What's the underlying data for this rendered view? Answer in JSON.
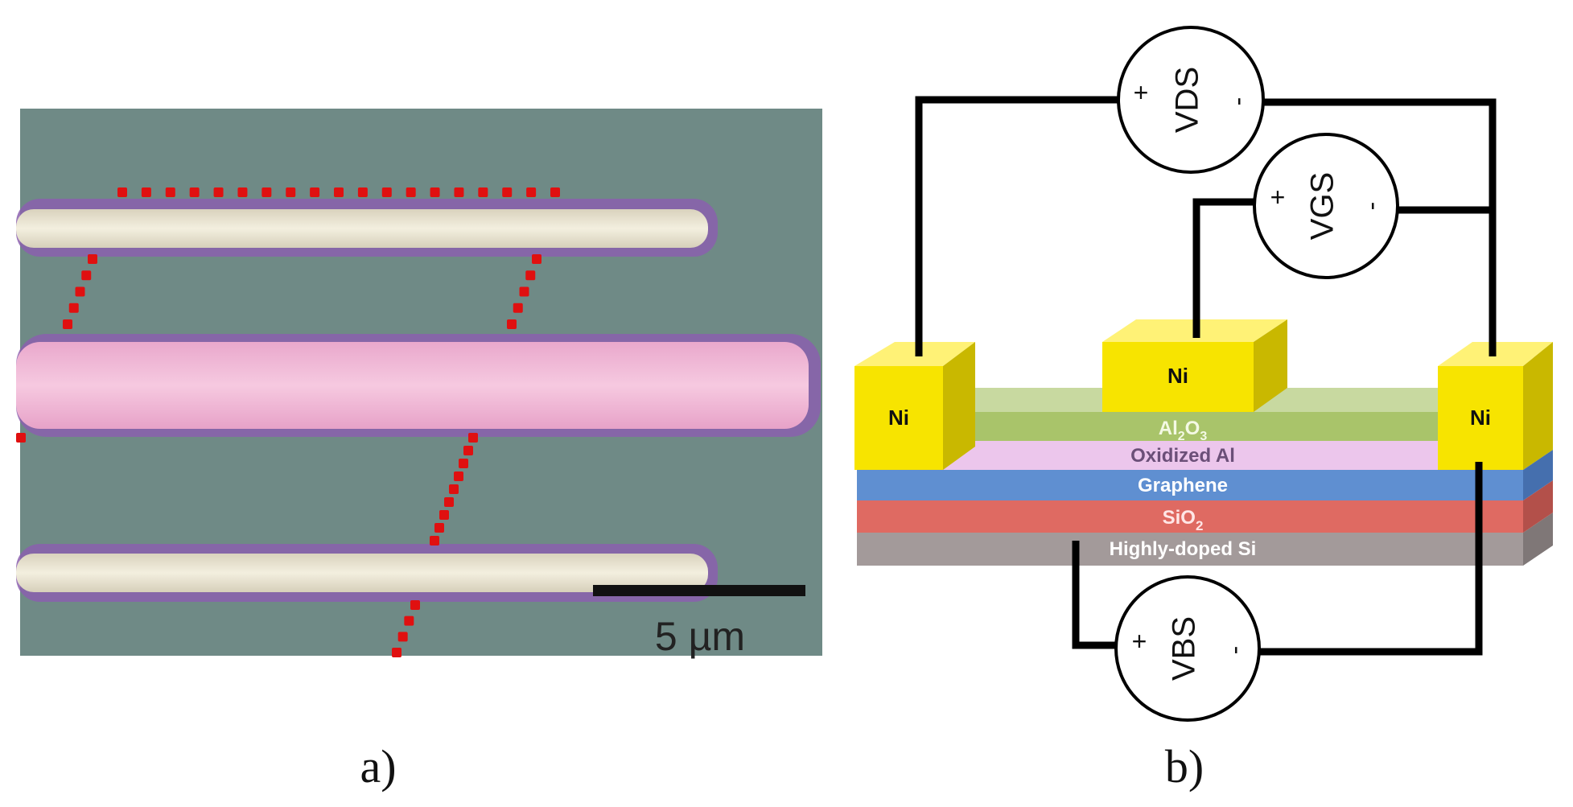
{
  "panel_a": {
    "caption": "a)",
    "scale_bar_label": "5 µm",
    "colors": {
      "background": "#6f8a86",
      "electrode_gold": "#ece7d2",
      "electrode_pink": "#f0bcd8",
      "outline": "#8a5cac",
      "dots": "#e01010"
    }
  },
  "panel_b": {
    "caption": "b)",
    "layers": {
      "al2o3": "Al",
      "al2o3_sub2": "2",
      "al2o3_o": "O",
      "al2o3_sub3": "3",
      "oxidized_al": "Oxidized Al",
      "graphene": "Graphene",
      "sio2": "SiO",
      "sio2_sub": "2",
      "si": "Highly-doped Si"
    },
    "contacts": {
      "left": "Ni",
      "gate": "Ni",
      "right": "Ni"
    },
    "sources": {
      "vds": {
        "label": "VDS",
        "plus": "+",
        "minus": "-"
      },
      "vgs": {
        "label": "VGS",
        "plus": "+",
        "minus": "-"
      },
      "vbs": {
        "label": "VBS",
        "plus": "+",
        "minus": "-"
      }
    },
    "colors": {
      "nickel": "#f7e400",
      "al2o3": "#a9c46a",
      "oxidized_al": "#ecc6ec",
      "graphene": "#5f8fd1",
      "sio2": "#df6a62",
      "si": "#a39a9a",
      "wire": "#000000"
    }
  }
}
